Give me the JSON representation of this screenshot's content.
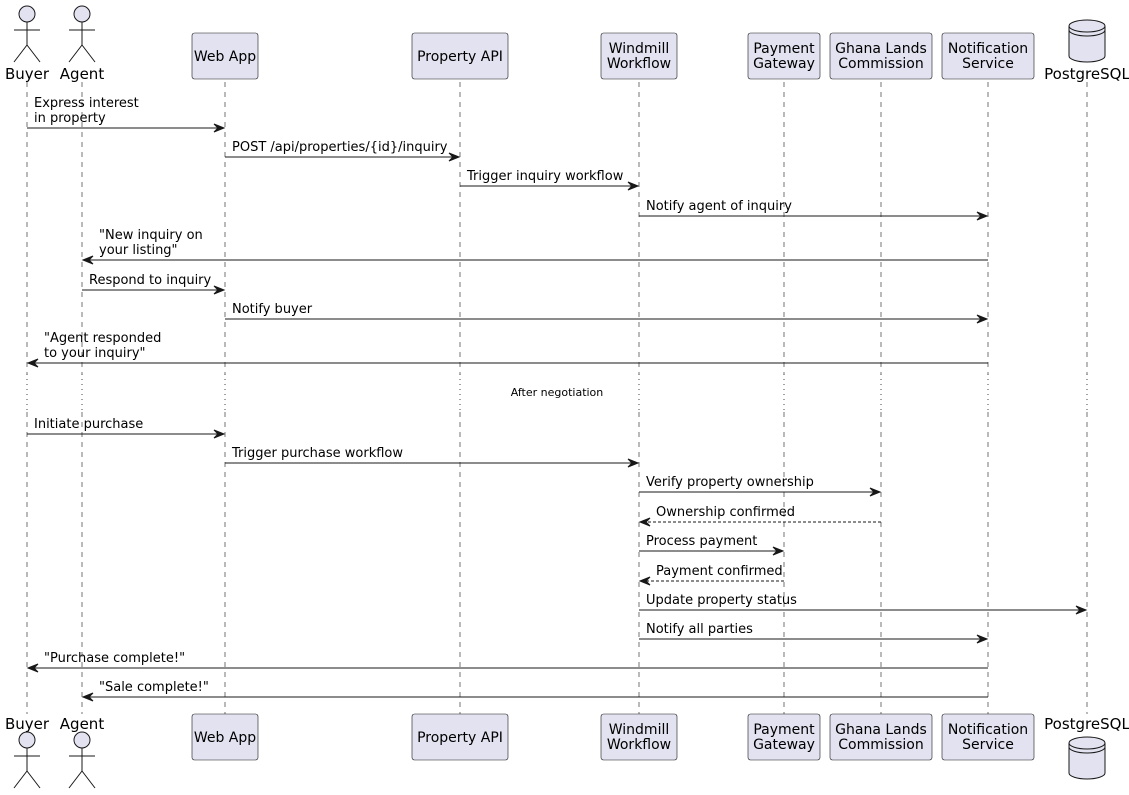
{
  "participants": [
    {
      "id": "buyer",
      "label": "Buyer",
      "kind": "actor"
    },
    {
      "id": "agent",
      "label": "Agent",
      "kind": "actor"
    },
    {
      "id": "webapp",
      "label": "Web App",
      "kind": "box"
    },
    {
      "id": "api",
      "label": "Property API",
      "kind": "box"
    },
    {
      "id": "windmill",
      "label": "Windmill\nWorkflow",
      "kind": "box"
    },
    {
      "id": "payment",
      "label": "Payment\nGateway",
      "kind": "box"
    },
    {
      "id": "lands",
      "label": "Ghana Lands\nCommission",
      "kind": "box"
    },
    {
      "id": "notify",
      "label": "Notification\nService",
      "kind": "box"
    },
    {
      "id": "postgres",
      "label": "PostgreSQL",
      "kind": "database"
    }
  ],
  "messages": [
    {
      "from": "buyer",
      "to": "webapp",
      "label": "Express interest\nin property",
      "style": "solid"
    },
    {
      "from": "webapp",
      "to": "api",
      "label": "POST /api/properties/{id}/inquiry",
      "style": "solid"
    },
    {
      "from": "api",
      "to": "windmill",
      "label": "Trigger inquiry workflow",
      "style": "solid"
    },
    {
      "from": "windmill",
      "to": "notify",
      "label": "Notify agent of inquiry",
      "style": "solid"
    },
    {
      "from": "notify",
      "to": "agent",
      "label": "\"New inquiry on\nyour listing\"",
      "style": "solid"
    },
    {
      "from": "agent",
      "to": "webapp",
      "label": "Respond to inquiry",
      "style": "solid"
    },
    {
      "from": "webapp",
      "to": "notify",
      "label": "Notify buyer",
      "style": "solid"
    },
    {
      "from": "notify",
      "to": "buyer",
      "label": "\"Agent responded\nto your inquiry\"",
      "style": "solid"
    },
    {
      "divider": "After negotiation"
    },
    {
      "from": "buyer",
      "to": "webapp",
      "label": "Initiate purchase",
      "style": "solid"
    },
    {
      "from": "webapp",
      "to": "windmill",
      "label": "Trigger purchase workflow",
      "style": "solid"
    },
    {
      "from": "windmill",
      "to": "lands",
      "label": "Verify property ownership",
      "style": "solid"
    },
    {
      "from": "lands",
      "to": "windmill",
      "label": "Ownership confirmed",
      "style": "dashed"
    },
    {
      "from": "windmill",
      "to": "payment",
      "label": "Process payment",
      "style": "solid"
    },
    {
      "from": "payment",
      "to": "windmill",
      "label": "Payment confirmed",
      "style": "dashed"
    },
    {
      "from": "windmill",
      "to": "postgres",
      "label": "Update property status",
      "style": "solid"
    },
    {
      "from": "windmill",
      "to": "notify",
      "label": "Notify all parties",
      "style": "solid"
    },
    {
      "from": "notify",
      "to": "buyer",
      "label": "\"Purchase complete!\"",
      "style": "solid"
    },
    {
      "from": "notify",
      "to": "agent",
      "label": "\"Sale complete!\"",
      "style": "solid"
    }
  ],
  "colors": {
    "box_fill": "#E2E2F0",
    "box_stroke": "#181818",
    "lifeline": "#181818",
    "arrow": "#181818"
  }
}
